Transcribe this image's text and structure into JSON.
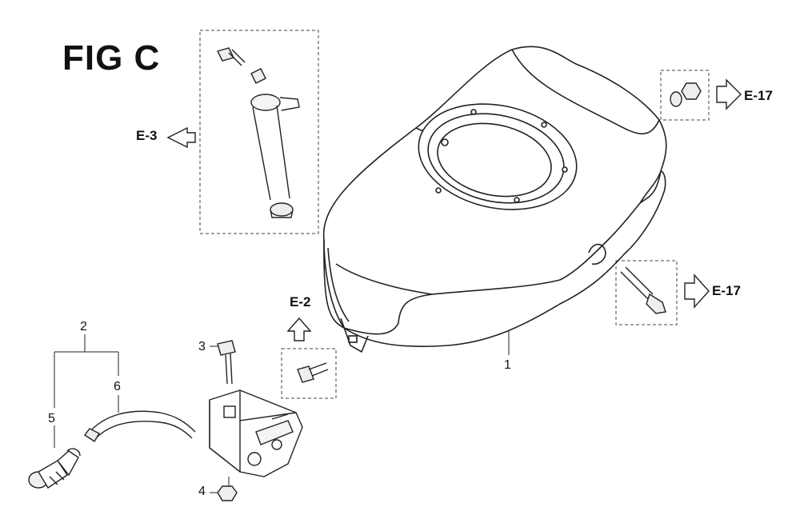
{
  "figure": {
    "title": "FIG C"
  },
  "references": {
    "ref_left": "E-3",
    "ref_top_right": "E-17",
    "ref_mid_right": "E-17",
    "ref_center": "E-2"
  },
  "callouts": {
    "c1": "1",
    "c2": "2",
    "c3": "3",
    "c4": "4",
    "c5": "5",
    "c6": "6"
  }
}
